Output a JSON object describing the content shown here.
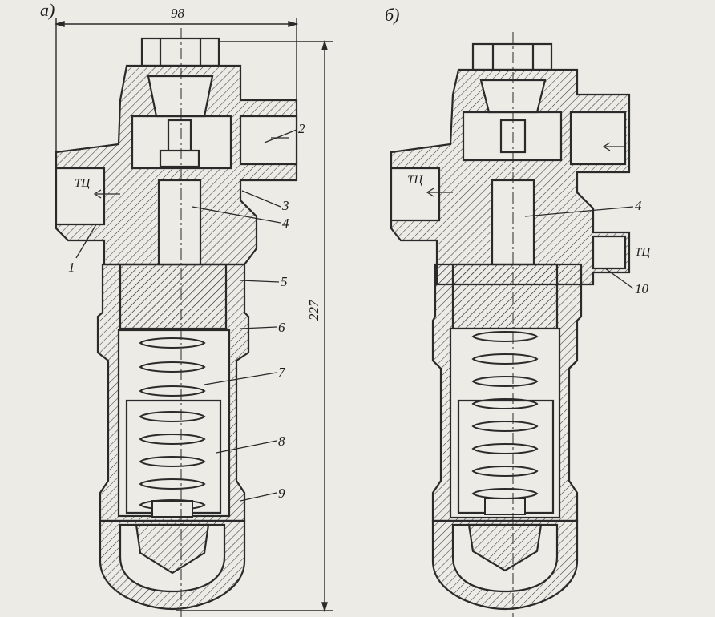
{
  "view_labels": {
    "a": "a)",
    "b": "б)"
  },
  "dimensions": {
    "width": "98",
    "height": "227"
  },
  "callouts_a": {
    "c1": "1",
    "c2": "2",
    "c3": "3",
    "c4": "4",
    "c5": "5",
    "c6": "6",
    "c7": "7",
    "c8": "8",
    "c9": "9",
    "tc": "ТЦ"
  },
  "callouts_b": {
    "c4": "4",
    "c10": "10",
    "tc_left": "ТЦ",
    "tc_right": "ТЦ"
  },
  "colors": {
    "ink": "#2a2a2a",
    "paper": "#ecebe6"
  }
}
